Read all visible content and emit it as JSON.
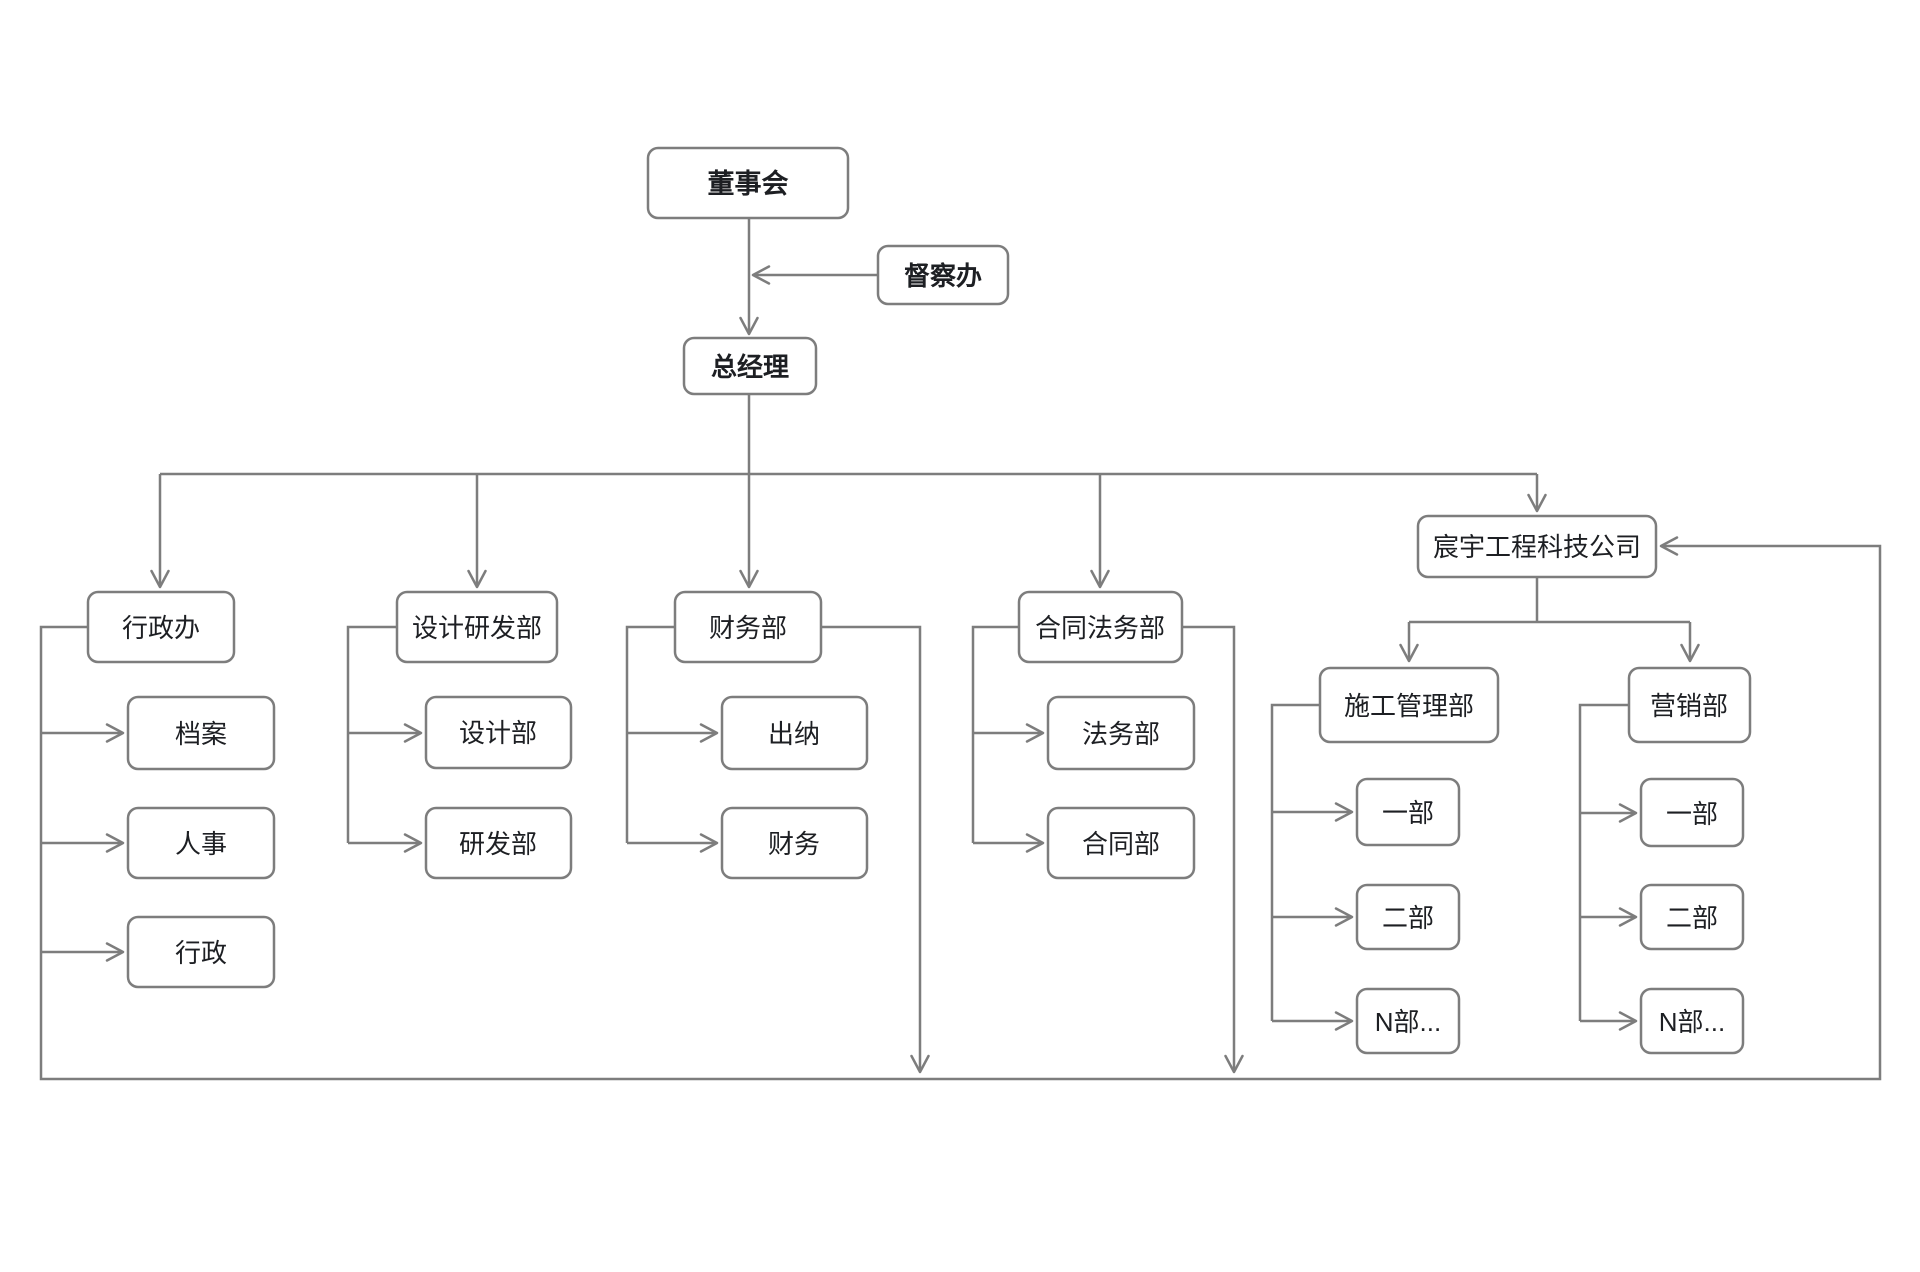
{
  "diagram_type": "organization-chart",
  "colors": {
    "line": "#7d7d7d",
    "box_fill": "#ffffff",
    "text": "#1d1f23",
    "background": "#ffffff"
  },
  "nodes": {
    "board": {
      "label": "董事会"
    },
    "supervision_office": {
      "label": "督察办"
    },
    "general_manager": {
      "label": "总经理"
    },
    "admin_office": {
      "label": "行政办"
    },
    "archives": {
      "label": "档案"
    },
    "hr": {
      "label": "人事"
    },
    "admin": {
      "label": "行政"
    },
    "design_rd_dept": {
      "label": "设计研发部"
    },
    "design_dept": {
      "label": "设计部"
    },
    "rd_dept": {
      "label": "研发部"
    },
    "finance_dept": {
      "label": "财务部"
    },
    "cashier": {
      "label": "出纳"
    },
    "finance": {
      "label": "财务"
    },
    "contract_legal_dept": {
      "label": "合同法务部"
    },
    "legal_dept": {
      "label": "法务部"
    },
    "contract_dept": {
      "label": "合同部"
    },
    "chenyu_company": {
      "label": "宸宇工程科技公司"
    },
    "construction_mgmt_dept": {
      "label": "施工管理部"
    },
    "marketing_dept": {
      "label": "营销部"
    },
    "cm_dept_1": {
      "label": "一部"
    },
    "cm_dept_2": {
      "label": "二部"
    },
    "cm_dept_n": {
      "label": "N部..."
    },
    "mk_dept_1": {
      "label": "一部"
    },
    "mk_dept_2": {
      "label": "二部"
    },
    "mk_dept_n": {
      "label": "N部..."
    }
  },
  "structure": {
    "board": [
      "general_manager"
    ],
    "general_manager": [
      "admin_office",
      "design_rd_dept",
      "finance_dept",
      "contract_legal_dept",
      "chenyu_company"
    ],
    "admin_office": [
      "archives",
      "hr",
      "admin"
    ],
    "design_rd_dept": [
      "design_dept",
      "rd_dept"
    ],
    "finance_dept": [
      "cashier",
      "finance"
    ],
    "contract_legal_dept": [
      "legal_dept",
      "contract_dept"
    ],
    "chenyu_company": [
      "construction_mgmt_dept",
      "marketing_dept"
    ],
    "construction_mgmt_dept": [
      "cm_dept_1",
      "cm_dept_2",
      "cm_dept_n"
    ],
    "marketing_dept": [
      "mk_dept_1",
      "mk_dept_2",
      "mk_dept_n"
    ]
  },
  "special_connections": [
    {
      "from": "supervision_office",
      "to": "board→general_manager trunk line",
      "arrow": "left"
    },
    {
      "from": "admin_office left bracket",
      "route": "down, across bottom, up right side",
      "to": "chenyu_company right edge",
      "arrow": "left"
    },
    {
      "from": "finance_dept right edge",
      "to": "bottom line",
      "arrow": "down"
    },
    {
      "from": "contract_legal_dept right edge",
      "to": "bottom line",
      "arrow": "down"
    }
  ]
}
